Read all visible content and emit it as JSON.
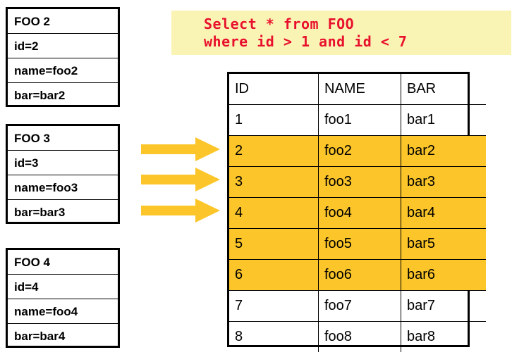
{
  "diagram": {
    "title": "SQL range query result highlighting",
    "colors": {
      "highlight": "#fcc62b",
      "arrow": "#fcc62b",
      "sql_background": "#faf4b4",
      "sql_text": "#e8112d",
      "border": "#000000",
      "page_background": "#ffffff"
    }
  },
  "records": [
    {
      "name": "record-foo-2",
      "title": "FOO 2",
      "fields": [
        "id=2",
        "name=foo2",
        "bar=bar2"
      ]
    },
    {
      "name": "record-foo-3",
      "title": "FOO 3",
      "fields": [
        "id=3",
        "name=foo3",
        "bar=bar3"
      ]
    },
    {
      "name": "record-foo-4",
      "title": "FOO 4",
      "fields": [
        "id=4",
        "name=foo4",
        "bar=bar4"
      ]
    }
  ],
  "sql": {
    "line1": "Select * from FOO",
    "line2": "where id > 1 and id < 7"
  },
  "arrows": [
    {
      "name": "flow-arrow-1",
      "icon": "right-arrow-icon"
    },
    {
      "name": "flow-arrow-2",
      "icon": "right-arrow-icon"
    },
    {
      "name": "flow-arrow-3",
      "icon": "right-arrow-icon"
    }
  ],
  "table": {
    "headers": [
      "ID",
      "NAME",
      "BAR"
    ],
    "rows": [
      {
        "id": "1",
        "name": "foo1",
        "bar": "bar1",
        "highlighted": false
      },
      {
        "id": "2",
        "name": "foo2",
        "bar": "bar2",
        "highlighted": true
      },
      {
        "id": "3",
        "name": "foo3",
        "bar": "bar3",
        "highlighted": true
      },
      {
        "id": "4",
        "name": "foo4",
        "bar": "bar4",
        "highlighted": true
      },
      {
        "id": "5",
        "name": "foo5",
        "bar": "bar5",
        "highlighted": true
      },
      {
        "id": "6",
        "name": "foo6",
        "bar": "bar6",
        "highlighted": true
      },
      {
        "id": "7",
        "name": "foo7",
        "bar": "bar7",
        "highlighted": false
      },
      {
        "id": "8",
        "name": "foo8",
        "bar": "bar8",
        "highlighted": false
      }
    ]
  }
}
